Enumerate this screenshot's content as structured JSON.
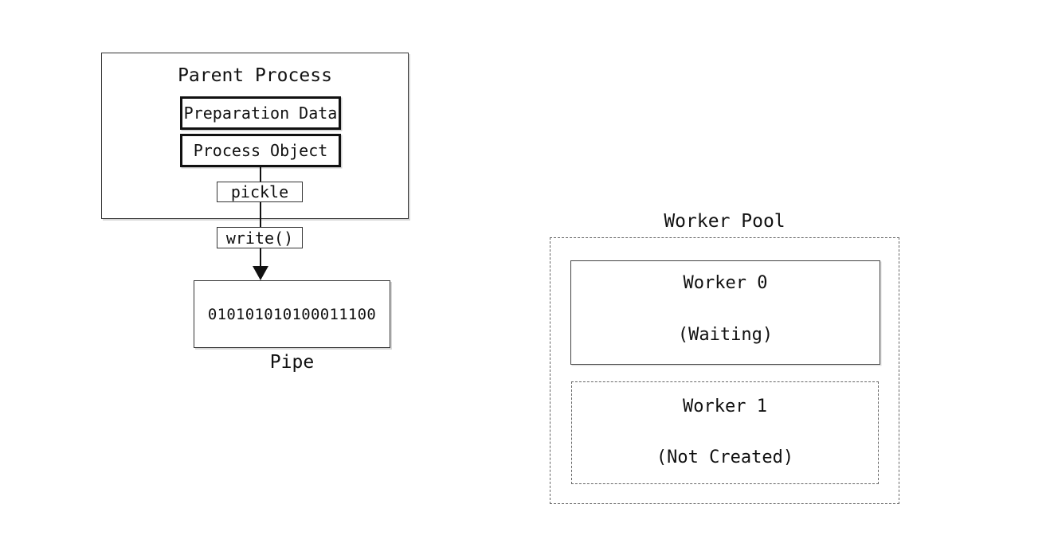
{
  "diagram": {
    "parent_process": {
      "title": "Parent Process",
      "preparation_data_label": "Preparation Data",
      "process_object_label": "Process Object",
      "pickle_label": "pickle"
    },
    "write_label": "write()",
    "pipe": {
      "binary_content": "010101010100011100",
      "label": "Pipe"
    },
    "worker_pool": {
      "title": "Worker Pool",
      "workers": [
        {
          "name": "Worker 0",
          "status": "(Waiting)"
        },
        {
          "name": "Worker 1",
          "status": "(Not Created)"
        }
      ]
    }
  },
  "colors": {
    "background": "#ffffff",
    "text": "#111111",
    "solid_border": "#333333",
    "bold_border": "#111111",
    "dashed_border": "#666666",
    "shadow": "#d8d8d8"
  }
}
